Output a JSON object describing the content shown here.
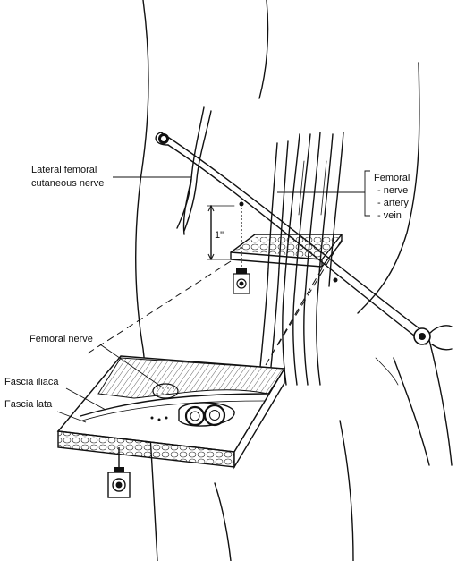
{
  "labels": {
    "lateral_femoral_line1": "Lateral femoral",
    "lateral_femoral_line2": "cutaneous nerve",
    "femoral_title": "Femoral",
    "femoral_nerve": "- nerve",
    "femoral_artery": "- artery",
    "femoral_vein": "- vein",
    "distance": "1\"",
    "femoral_nerve_inset": "Femoral nerve",
    "fascia_iliaca": "Fascia iliaca",
    "fascia_lata": "Fascia lata"
  }
}
